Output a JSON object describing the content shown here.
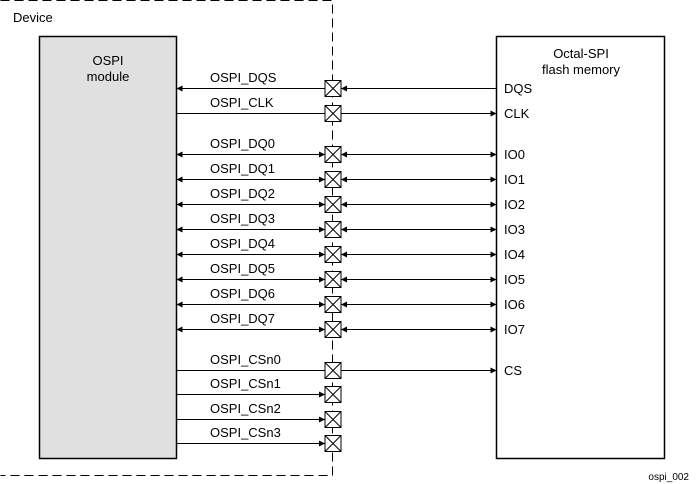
{
  "device_label": "Device",
  "module": {
    "title_line1": "OSPI",
    "title_line2": "module",
    "fill": "#e0e0e0"
  },
  "flash": {
    "title_line1": "Octal-SPI",
    "title_line2": "flash memory"
  },
  "signals": [
    {
      "name": "OSPI_DQS",
      "pin": "DQS",
      "direction": "to-module"
    },
    {
      "name": "OSPI_CLK",
      "pin": "CLK",
      "direction": "to-flash"
    },
    {
      "name": "OSPI_DQ0",
      "pin": "IO0",
      "direction": "bidirectional"
    },
    {
      "name": "OSPI_DQ1",
      "pin": "IO1",
      "direction": "bidirectional"
    },
    {
      "name": "OSPI_DQ2",
      "pin": "IO2",
      "direction": "bidirectional"
    },
    {
      "name": "OSPI_DQ3",
      "pin": "IO3",
      "direction": "bidirectional"
    },
    {
      "name": "OSPI_DQ4",
      "pin": "IO4",
      "direction": "bidirectional"
    },
    {
      "name": "OSPI_DQ5",
      "pin": "IO5",
      "direction": "bidirectional"
    },
    {
      "name": "OSPI_DQ6",
      "pin": "IO6",
      "direction": "bidirectional"
    },
    {
      "name": "OSPI_DQ7",
      "pin": "IO7",
      "direction": "bidirectional"
    },
    {
      "name": "OSPI_CSn0",
      "pin": "CS",
      "direction": "to-flash"
    },
    {
      "name": "OSPI_CSn1",
      "pin": "",
      "direction": "to-pad"
    },
    {
      "name": "OSPI_CSn2",
      "pin": "",
      "direction": "to-pad"
    },
    {
      "name": "OSPI_CSn3",
      "pin": "",
      "direction": "to-pad"
    }
  ],
  "figure_id": "ospi_002"
}
